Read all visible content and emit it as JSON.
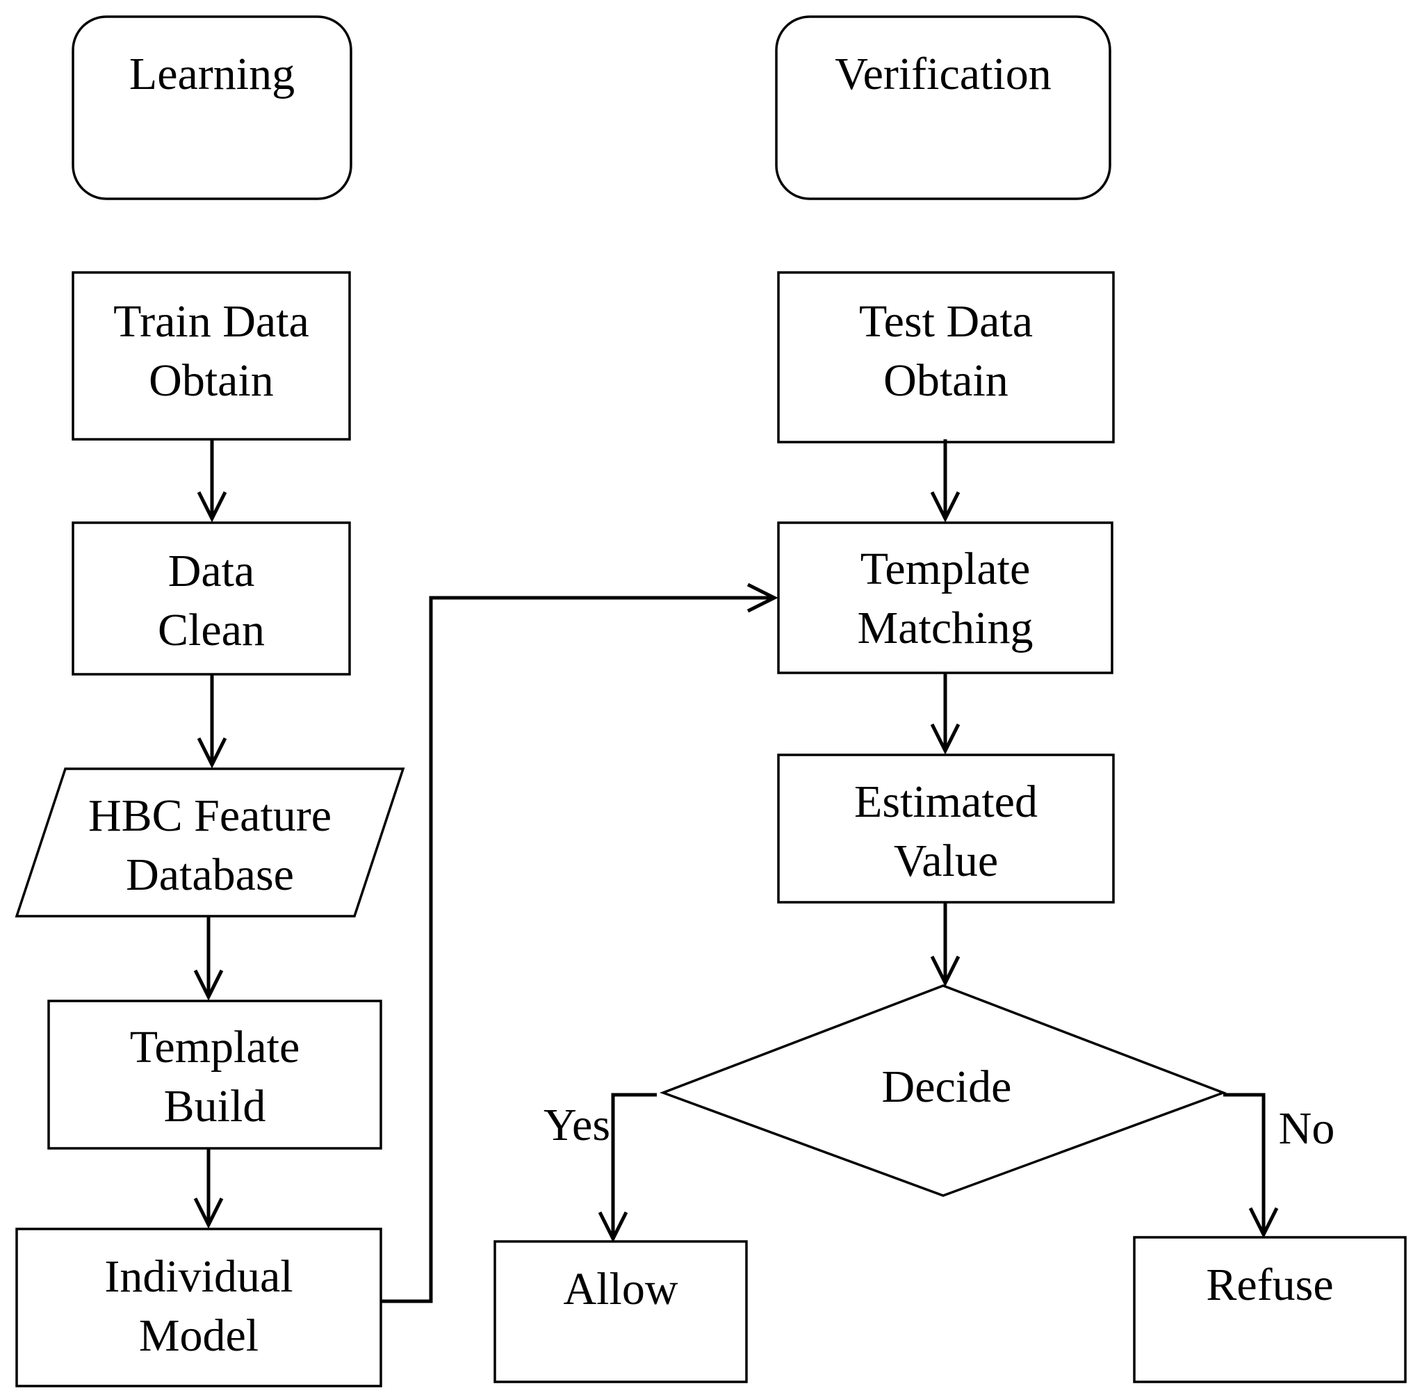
{
  "headers": {
    "learning": "Learning",
    "verification": "Verification"
  },
  "learning": {
    "train_data_obtain": [
      "Train Data",
      "Obtain"
    ],
    "data_clean": [
      "Data",
      "Clean"
    ],
    "hbc_feature_database": [
      "HBC Feature",
      "Database"
    ],
    "template_build": [
      "Template",
      "Build"
    ],
    "individual_model": [
      "Individual",
      "Model"
    ]
  },
  "verification": {
    "test_data_obtain": [
      "Test Data",
      "Obtain"
    ],
    "template_matching": [
      "Template",
      "Matching"
    ],
    "estimated_value": [
      "Estimated",
      "Value"
    ],
    "decide": "Decide",
    "allow": "Allow",
    "refuse": "Refuse"
  },
  "branch_labels": {
    "yes": "Yes",
    "no": "No"
  },
  "colors": {
    "stroke": "#000000",
    "fill": "#ffffff",
    "text": "#000000"
  }
}
